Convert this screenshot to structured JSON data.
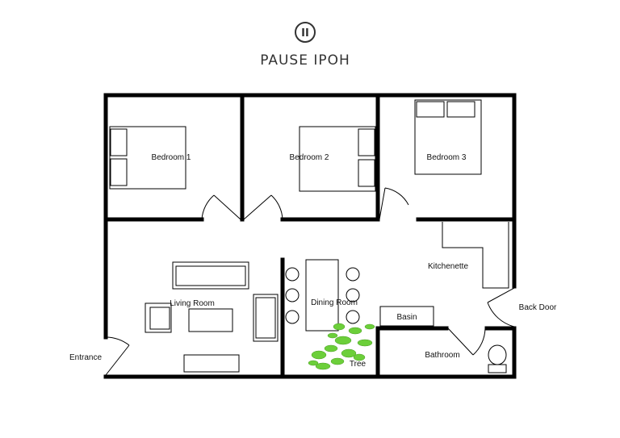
{
  "brand": {
    "logo_mark": "II",
    "name": "PAUSE IPOH"
  },
  "rooms": {
    "bedroom1": "Bedroom 1",
    "bedroom2": "Bedroom 2",
    "bedroom3": "Bedroom 3",
    "kitchenette": "Kitchenette",
    "living_room": "Living Room",
    "dining_room": "Dining Room",
    "basin": "Basin",
    "back_door": "Back Door",
    "bathroom": "Bathroom",
    "entrance": "Entrance",
    "tree": "Tree"
  },
  "colors": {
    "walls": "#000000",
    "tree": "#6ccf3a",
    "brand": "#333333"
  }
}
